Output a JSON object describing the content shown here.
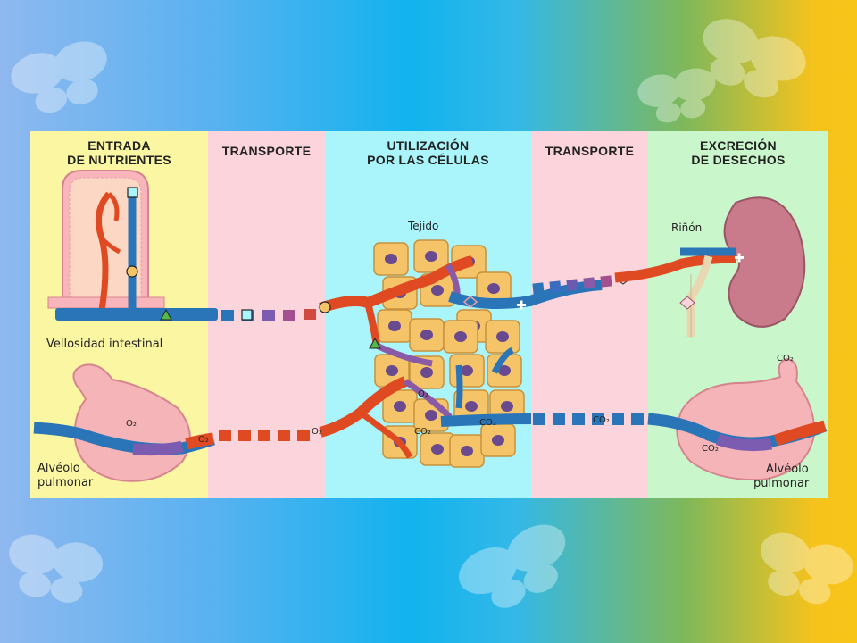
{
  "headers": {
    "intake": "ENTRADA\nDE NUTRIENTES",
    "transport_left": "TRANSPORTE",
    "utilization": "UTILIZACIÓN\nPOR LAS CÉLULAS",
    "transport_right": "TRANSPORTE",
    "excretion": "EXCRECIÓN\nDE DESECHOS"
  },
  "labels": {
    "tissue": "Tejido",
    "kidney": "Riñón",
    "villus": "Vellosidad intestinal",
    "alveolus_left_1": "Alvéolo",
    "alveolus_left_2": "pulmonar",
    "alveolus_right_1": "Alvéolo",
    "alveolus_right_2": "pulmonar",
    "o2": "O₂",
    "co2": "CO₂"
  },
  "colors": {
    "artery": "#e04a22",
    "vein": "#2a74b8",
    "mixed": "#8a5aa6",
    "cell": "#f5c469",
    "nucleus": "#6a4a8e",
    "tissue_pink": "#f4a0a8",
    "kidney": "#c97b8c"
  },
  "markers": {
    "square": "square-marker",
    "circle": "circle-marker",
    "triangle": "triangle-marker",
    "diamond": "diamond-marker",
    "plus": "plus-marker"
  }
}
